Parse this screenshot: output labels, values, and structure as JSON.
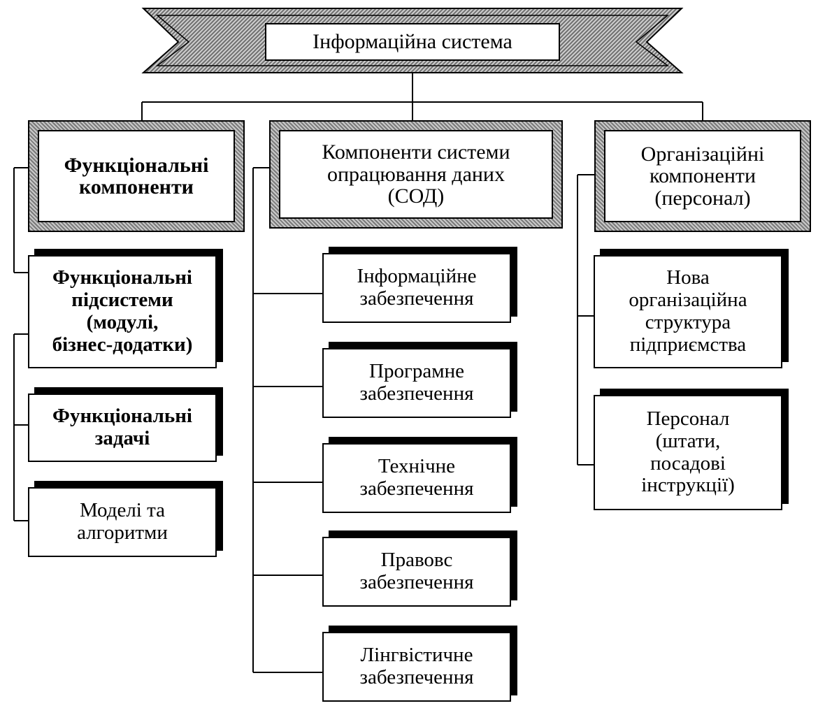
{
  "title": "Інформаційна система",
  "branches": [
    {
      "heading": "Функціональні\nкомпоненти",
      "items": [
        "Функціональні\nпідсистеми\n(модулі,\nбізнес-додатки)",
        "Функціональні\nзадачі",
        "Моделі та\nалгоритми"
      ]
    },
    {
      "heading": "Компоненти системи\nопрацювання даних\n(СОД)",
      "items": [
        "Інформаційне\nзабезпечення",
        "Програмне\nзабезпечення",
        "Технічне\nзабезпечення",
        "Правовс\nзабезпечення",
        "Лінгвістичне\nзабезпечення"
      ]
    },
    {
      "heading": "Організаційні\nкомпоненти\n(персонал)",
      "items": [
        "Нова\nорганізаційна\nструктура\nпідприємства",
        "Персонал\n(штати,\nпосадові\nінструкції)"
      ]
    }
  ]
}
